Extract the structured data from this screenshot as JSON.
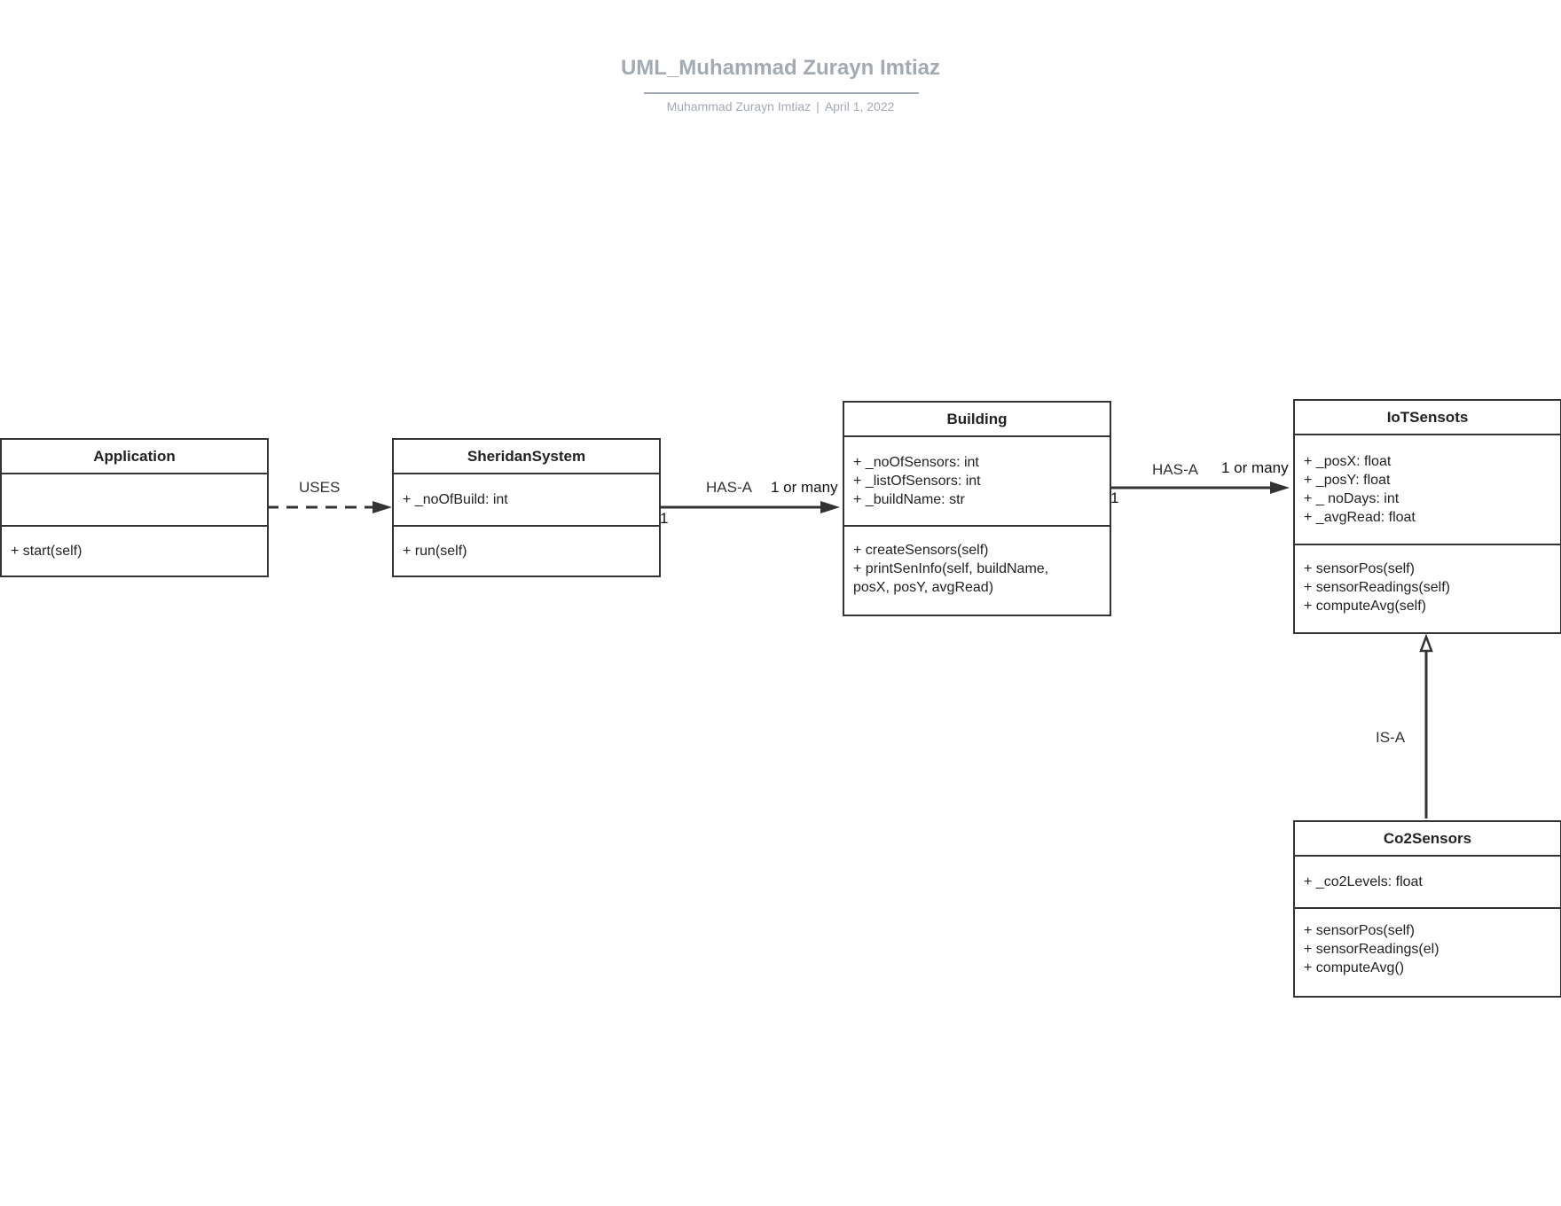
{
  "document": {
    "title": "UML_Muhammad Zurayn Imtiaz",
    "author": "Muhammad Zurayn Imtiaz",
    "separator": "|",
    "date": "April 1, 2022"
  },
  "classes": {
    "application": {
      "name": "Application",
      "attributes": [],
      "methods": [
        "+ start(self)"
      ]
    },
    "sheridan_system": {
      "name": "SheridanSystem",
      "attributes": [
        "+ _noOfBuild: int"
      ],
      "methods": [
        "+ run(self)"
      ]
    },
    "building": {
      "name": "Building",
      "attributes": [
        "+ _noOfSensors: int",
        "+ _listOfSensors: int",
        "+ _buildName: str"
      ],
      "methods": [
        "+ createSensors(self)",
        "+ printSenInfo(self, buildName, posX, posY, avgRead)"
      ]
    },
    "iot_sensors": {
      "name": "IoTSensots",
      "attributes": [
        "+ _posX: float",
        "+ _posY: float",
        "+ _ noDays: int",
        "+ _avgRead: float"
      ],
      "methods": [
        "+ sensorPos(self)",
        "+ sensorReadings(self)",
        "+ computeAvg(self)"
      ]
    },
    "co2_sensors": {
      "name": "Co2Sensors",
      "attributes": [
        "+ _co2Levels: float"
      ],
      "methods": [
        "+ sensorPos(self)",
        "+ sensorReadings(el)",
        "+ computeAvg()"
      ]
    }
  },
  "relationships": {
    "uses": {
      "label": "USES",
      "type": "dependency"
    },
    "has_building": {
      "label": "HAS-A",
      "source_multiplicity": "1",
      "target_multiplicity": "1 or many",
      "type": "association"
    },
    "has_sensor": {
      "label": "HAS-A",
      "source_multiplicity": "1",
      "target_multiplicity": "1 or many",
      "type": "association"
    },
    "is_a": {
      "label": "IS-A",
      "type": "generalization"
    }
  },
  "colors": {
    "border": "#333333",
    "title": "#a3aab4",
    "text": "#222222"
  }
}
